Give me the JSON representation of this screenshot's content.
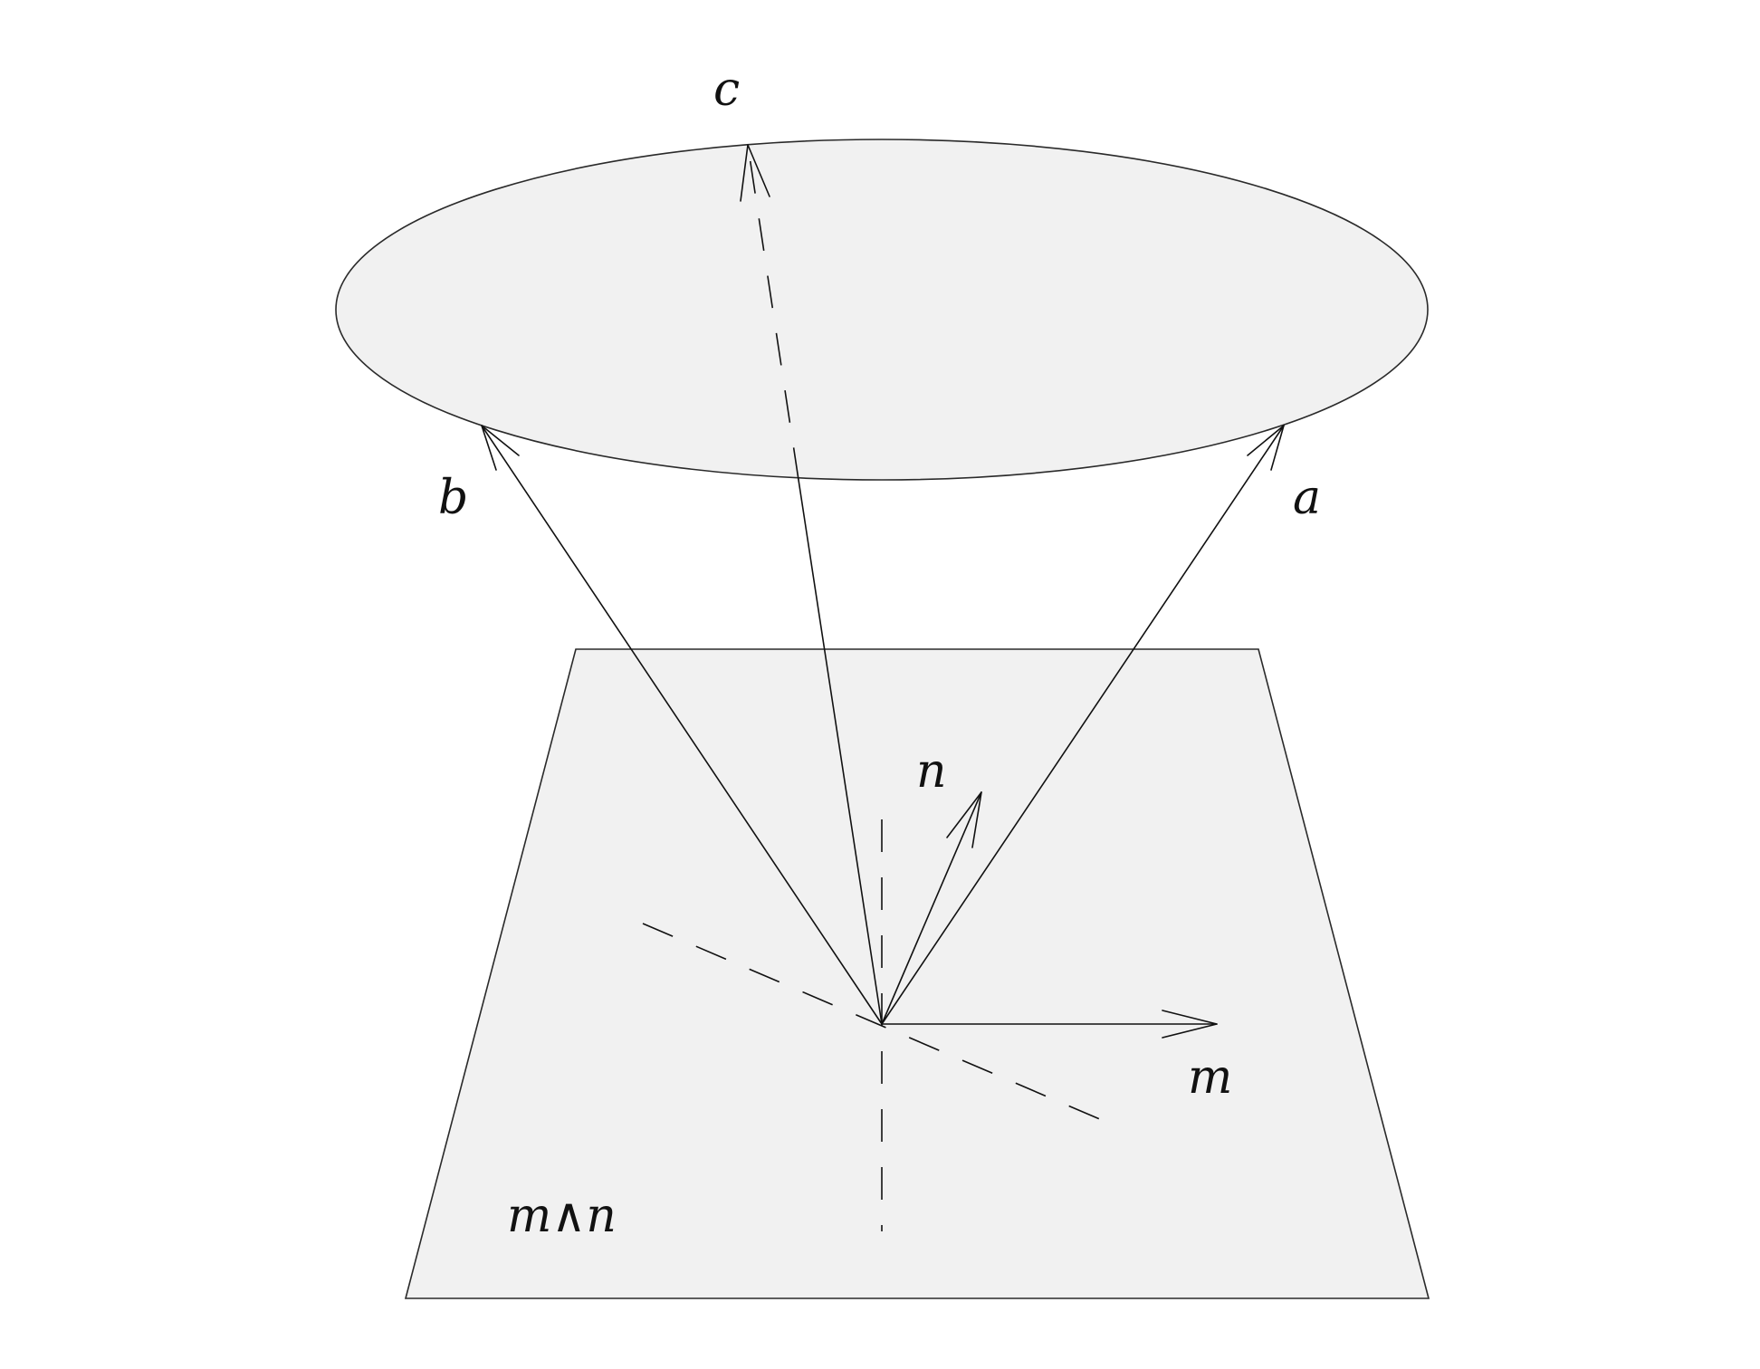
{
  "labels": {
    "a": "a",
    "b": "b",
    "c": "c",
    "n": "n",
    "m": "m",
    "plane": "m∧n"
  }
}
